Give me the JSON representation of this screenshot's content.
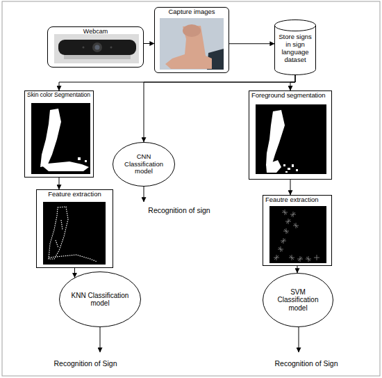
{
  "diagram": {
    "nodes": [
      {
        "text": [
          "Webcam"
        ]
      },
      {
        "text": [
          "Capture images"
        ]
      },
      {
        "text": [
          "Store signs in sign language dataset"
        ]
      },
      {
        "text": [
          "Skin color Segmentation"
        ]
      },
      {
        "text": [
          "CNN Classification model"
        ]
      },
      {
        "text": [
          "Foreground segmentation"
        ]
      },
      {
        "text": [
          "Feature extraction"
        ]
      },
      {
        "text": [
          "Feautre extraction"
        ]
      },
      {
        "text": [
          "KNN Classification model"
        ]
      },
      {
        "text": [
          "SVM Classification model"
        ]
      }
    ],
    "edges": [
      {
        "from": 0,
        "to": 1,
        "arrow": "to"
      },
      {
        "from": 1,
        "to": 2,
        "arrow": "to"
      },
      {
        "from": 2,
        "to": 3,
        "arrow": "to"
      },
      {
        "from": 2,
        "to": 4,
        "arrow": "to"
      },
      {
        "from": 2,
        "to": 5,
        "arrow": "to"
      },
      {
        "from": 3,
        "to": 6,
        "arrow": "to"
      },
      {
        "from": 6,
        "to": 8,
        "arrow": "to"
      },
      {
        "from": 5,
        "to": 7,
        "arrow": "to"
      },
      {
        "from": 7,
        "to": 9,
        "arrow": "to"
      }
    ],
    "labels": [
      "Recognition of sign",
      "Recognition of Sign",
      "Recognition of Sign"
    ]
  }
}
